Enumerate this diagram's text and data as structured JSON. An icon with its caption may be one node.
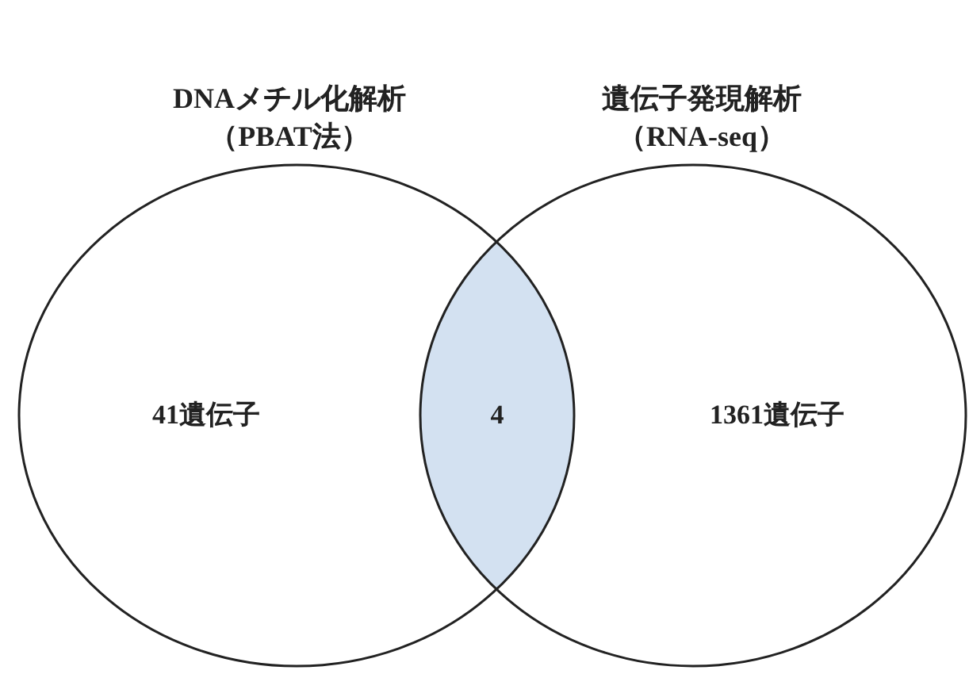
{
  "diagram": {
    "nodes": [
      {
        "text": [
          "DNAメチル化解析（PBAT法）",
          "41遺伝子"
        ]
      },
      {
        "text": [
          "遺伝子発現解析（RNA-seq）",
          "1361遺伝子"
        ]
      },
      {
        "text": [
          "4"
        ]
      }
    ],
    "edges": []
  }
}
